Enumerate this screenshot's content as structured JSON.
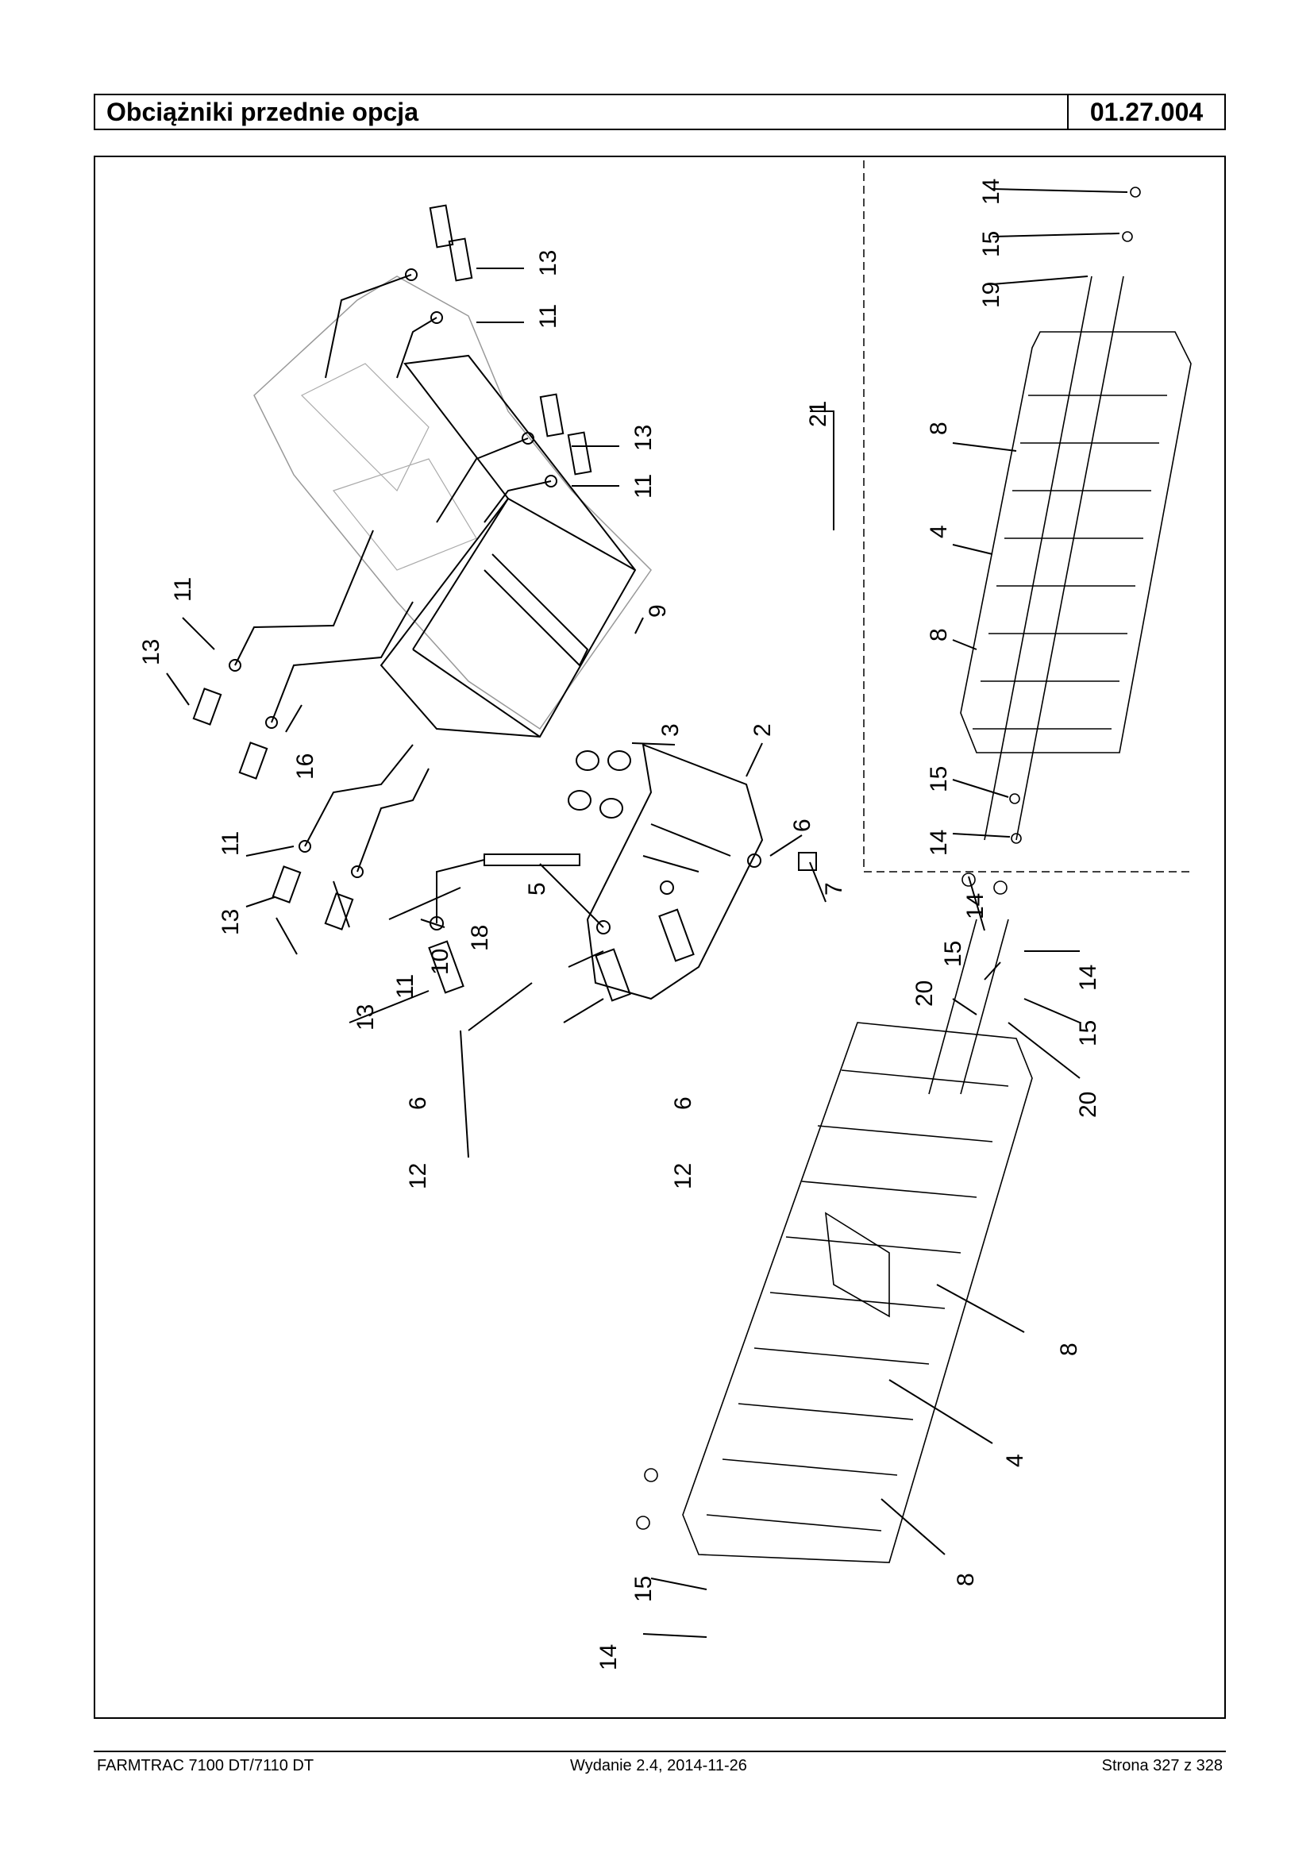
{
  "header": {
    "title": "Obciążniki przednie opcja",
    "code": "01.27.004"
  },
  "callouts": {
    "c1": "11",
    "c2": "13",
    "c3": "11",
    "c4": "13",
    "c5": "11",
    "c6": "13",
    "c7": "16",
    "c8": "11",
    "c9": "13",
    "c10": "13",
    "c11": "11",
    "c12": "10",
    "c13": "18",
    "c14": "5",
    "c15": "9",
    "c16": "3",
    "c17": "2",
    "c18": "6",
    "c19": "7",
    "c20": "6",
    "c21": "12",
    "c22": "6",
    "c23": "12",
    "c24": "21",
    "c25": "14",
    "c26": "15",
    "c27": "19",
    "c28": "8",
    "c29": "4",
    "c30": "8",
    "c31": "15",
    "c32": "14",
    "c33": "14",
    "c34": "15",
    "c35": "20",
    "c36": "14",
    "c37": "15",
    "c38": "20",
    "c39": "8",
    "c40": "4",
    "c41": "8",
    "c42": "15",
    "c43": "14"
  },
  "footer": {
    "left": "FARMTRAC 7100 DT/7110 DT",
    "middle": "Wydanie 2.4,  2014-11-26",
    "right": "Strona 327 z 328"
  }
}
